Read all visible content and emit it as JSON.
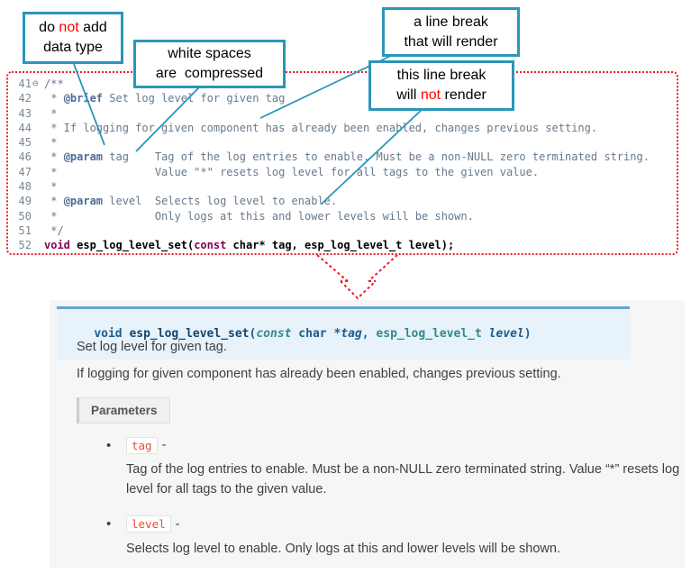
{
  "callouts": {
    "no_datatype": {
      "lines": [
        [
          {
            "t": "do "
          },
          {
            "t": "not",
            "red": true
          },
          {
            "t": " add"
          }
        ],
        [
          {
            "t": "data type"
          }
        ]
      ]
    },
    "whitespace": {
      "lines": [
        [
          {
            "t": "white spaces"
          }
        ],
        [
          {
            "t": "are  compressed"
          }
        ]
      ]
    },
    "break_render": {
      "lines": [
        [
          {
            "t": "a line break"
          }
        ],
        [
          {
            "t": "that will render"
          }
        ]
      ]
    },
    "break_norender": {
      "lines": [
        [
          {
            "t": "this line break"
          }
        ],
        [
          {
            "t": "will "
          },
          {
            "t": "not",
            "red": true
          },
          {
            "t": " render"
          }
        ]
      ]
    }
  },
  "code": {
    "lines": [
      {
        "num": "41",
        "fold": "⊖",
        "tokens": [
          {
            "t": "/**",
            "c": "cmt"
          }
        ]
      },
      {
        "num": "42",
        "tokens": [
          {
            "t": " * ",
            "c": "cmt"
          },
          {
            "t": "@brief",
            "c": "doctag"
          },
          {
            "t": " Set log level for given tag",
            "c": "cmt"
          }
        ]
      },
      {
        "num": "43",
        "tokens": [
          {
            "t": " *",
            "c": "cmt"
          }
        ]
      },
      {
        "num": "44",
        "tokens": [
          {
            "t": " * If logging for given component has already been enabled, changes previous setting.",
            "c": "cmt"
          }
        ]
      },
      {
        "num": "45",
        "tokens": [
          {
            "t": " *",
            "c": "cmt"
          }
        ]
      },
      {
        "num": "46",
        "tokens": [
          {
            "t": " * ",
            "c": "cmt"
          },
          {
            "t": "@param",
            "c": "doctag"
          },
          {
            "t": " tag    Tag of the log entries to enable. Must be a non-NULL zero terminated string.",
            "c": "cmt"
          }
        ]
      },
      {
        "num": "47",
        "tokens": [
          {
            "t": " *               Value \"*\" resets log level for all tags to the given value.",
            "c": "cmt"
          }
        ]
      },
      {
        "num": "48",
        "tokens": [
          {
            "t": " *",
            "c": "cmt"
          }
        ]
      },
      {
        "num": "49",
        "tokens": [
          {
            "t": " * ",
            "c": "cmt"
          },
          {
            "t": "@param",
            "c": "doctag"
          },
          {
            "t": " level  Selects log level to enable.",
            "c": "cmt"
          }
        ]
      },
      {
        "num": "50",
        "tokens": [
          {
            "t": " *               Only logs at this and lower levels will be shown.",
            "c": "cmt"
          }
        ]
      },
      {
        "num": "51",
        "tokens": [
          {
            "t": " */",
            "c": "cmt"
          }
        ]
      },
      {
        "num": "52",
        "tokens": [
          {
            "t": "void",
            "c": "kw"
          },
          {
            "t": " esp_log_level_set(",
            "c": "pl"
          },
          {
            "t": "const",
            "c": "kw"
          },
          {
            "t": " char* tag, esp_log_level_t level);",
            "c": "pl"
          }
        ]
      }
    ]
  },
  "doc": {
    "signature": {
      "tokens": [
        {
          "t": "void ",
          "c": "kw"
        },
        {
          "t": "esp_log_level_set",
          "c": "name"
        },
        {
          "t": "(",
          "c": "pn"
        },
        {
          "t": "const",
          "c": "typei"
        },
        {
          "t": " char *",
          "c": "pn"
        },
        {
          "t": "tag",
          "c": "arg"
        },
        {
          "t": ", ",
          "c": "pn"
        },
        {
          "t": "esp_log_level_t",
          "c": "type"
        },
        {
          "t": " ",
          "c": "pn"
        },
        {
          "t": "level",
          "c": "arg"
        },
        {
          "t": ")",
          "c": "pn"
        }
      ]
    },
    "brief": "Set log level for given tag.",
    "details": "If logging for given component has already been enabled, changes previous setting.",
    "params_label": "Parameters",
    "params": [
      {
        "name": "tag",
        "sep": "-",
        "desc": "Tag of the log entries to enable. Must be a non-NULL zero terminated string. Value “*” resets log level for all tags to the given value."
      },
      {
        "name": "level",
        "sep": "-",
        "desc": "Selects log level to enable. Only logs at this and lower levels will be shown."
      }
    ]
  }
}
